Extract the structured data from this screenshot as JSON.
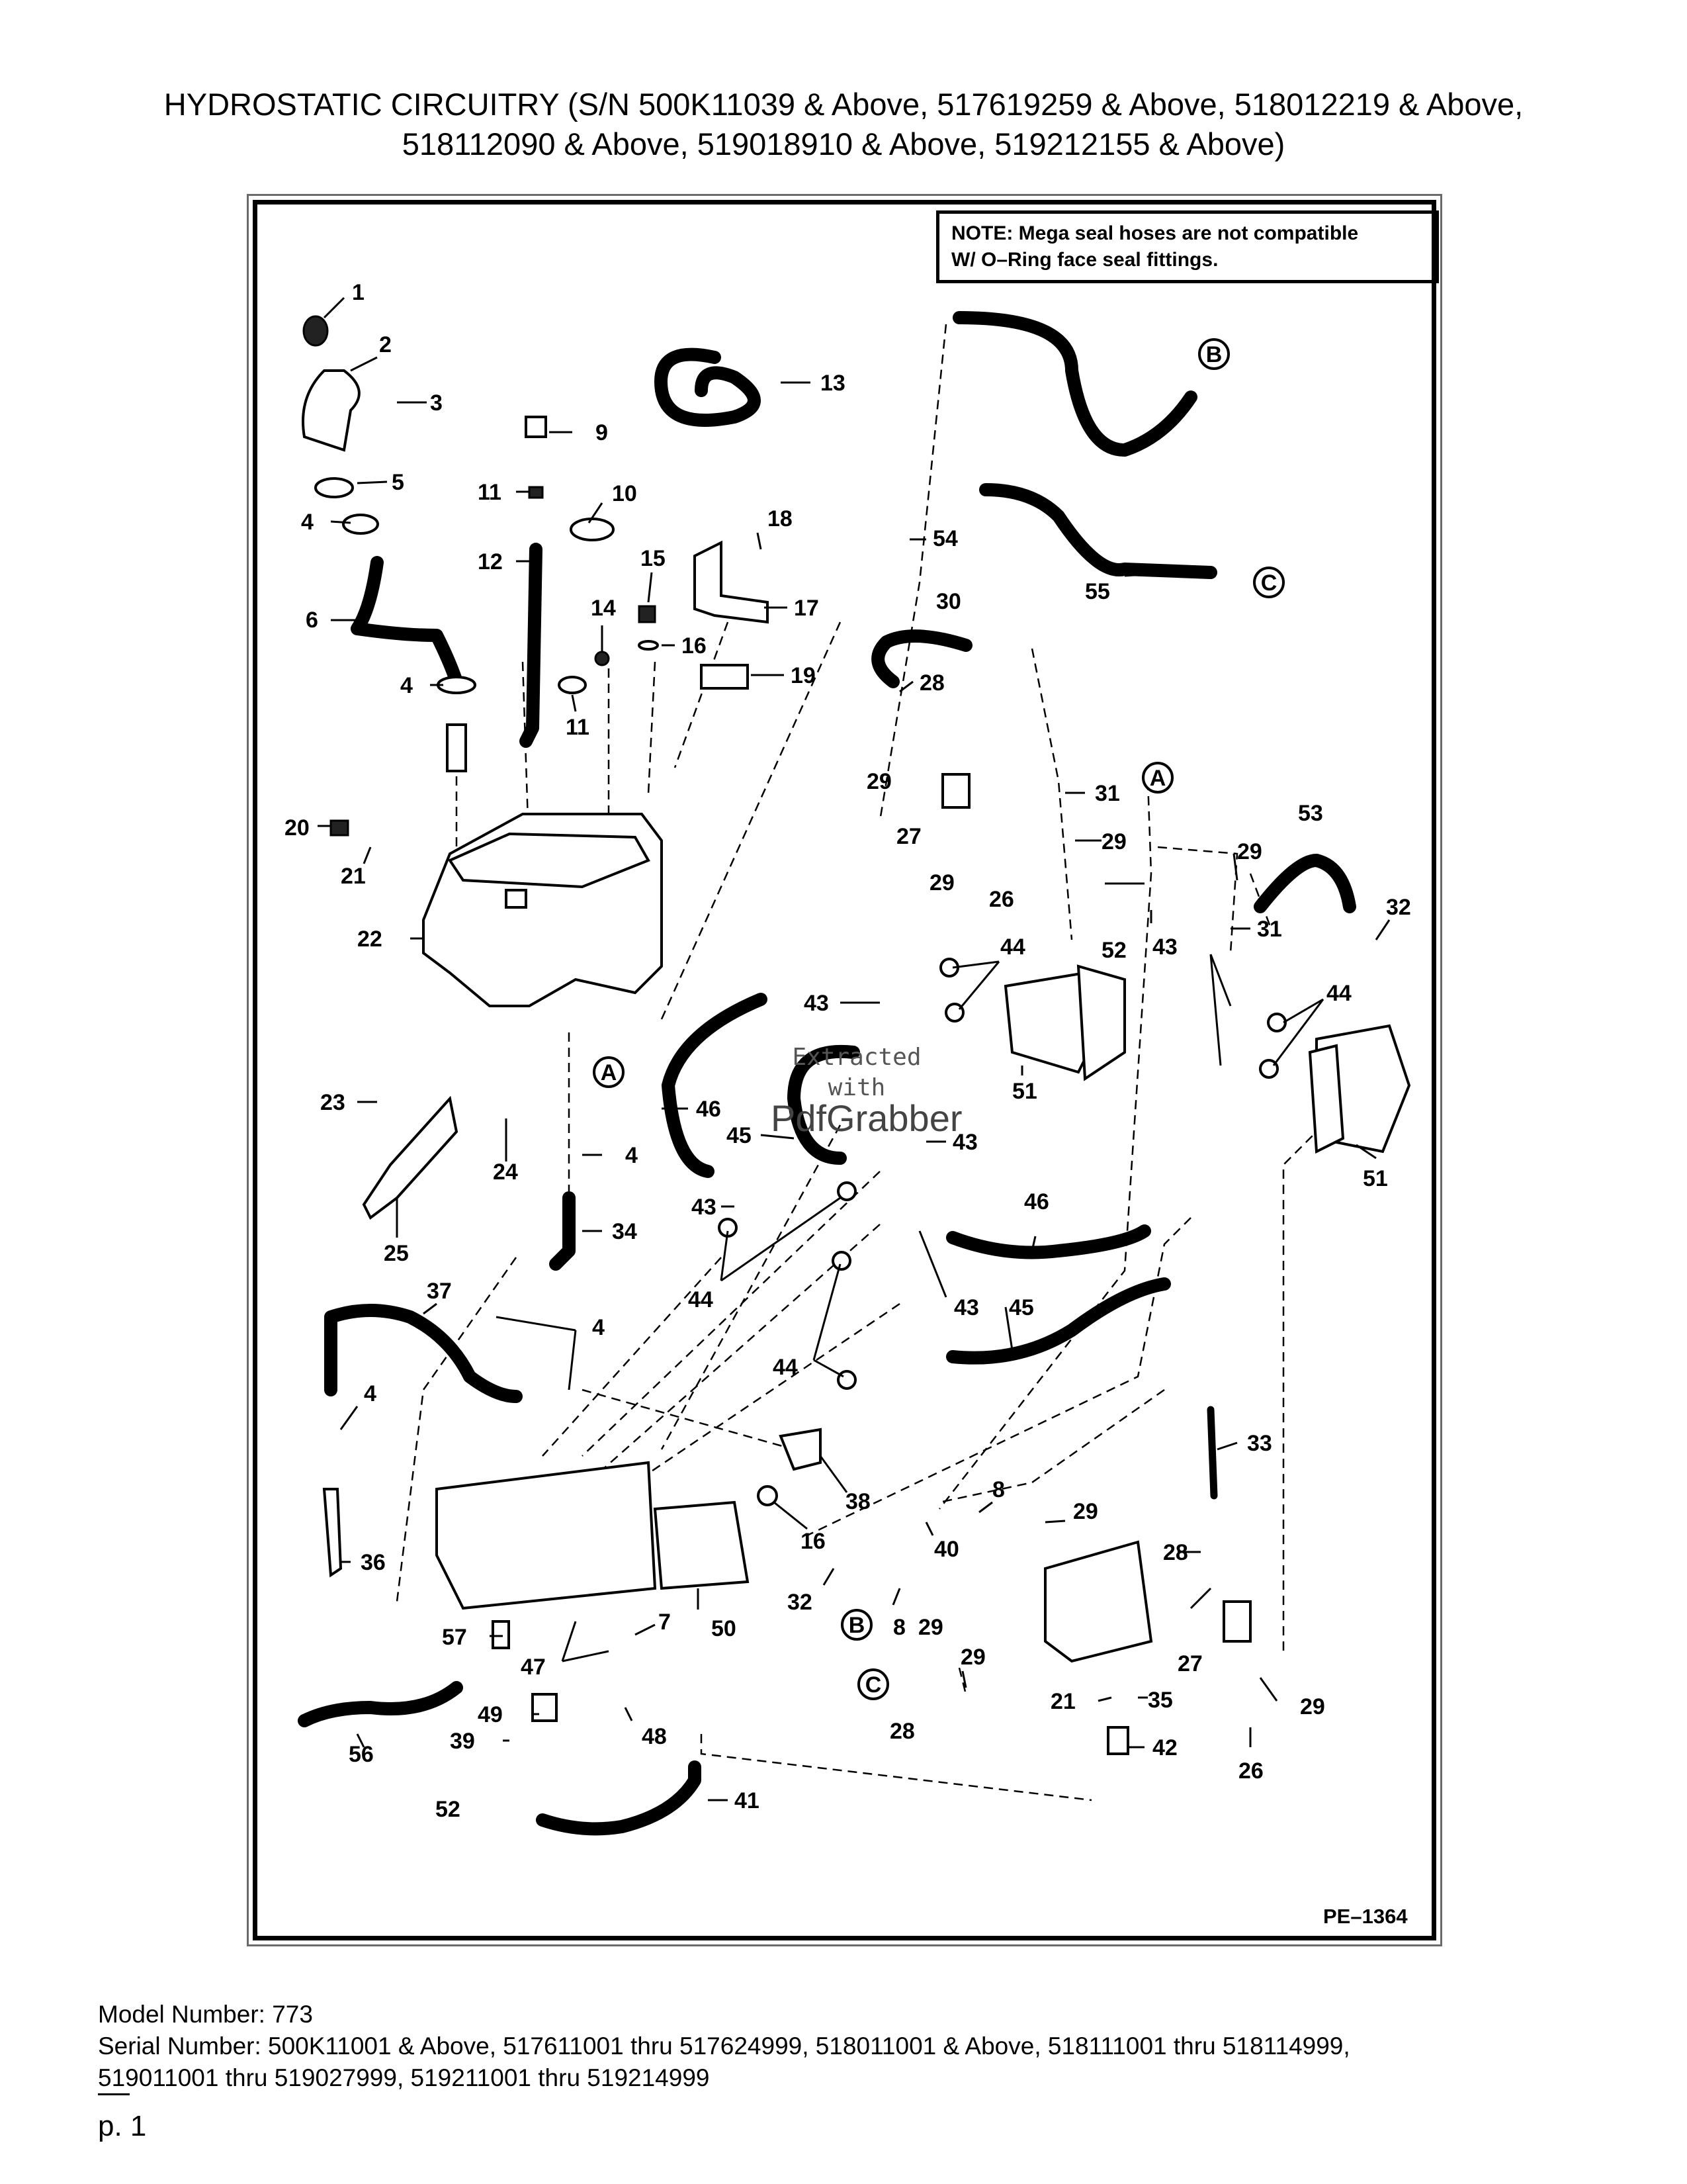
{
  "title": {
    "line1": "HYDROSTATIC CIRCUITRY (S/N 500K11039 & Above, 517619259 & Above, 518012219 & Above,",
    "line2": "518112090 & Above, 519018910 & Above, 519212155 & Above)"
  },
  "note": {
    "label": "NOTE:",
    "text": " Mega seal hoses are not compatible",
    "text2": "W/ O–Ring face seal fittings."
  },
  "figure_id": "PE–1364",
  "watermark": {
    "line1": "Extracted",
    "line2": "with",
    "line3": "PdfGrabber"
  },
  "callouts": [
    "1",
    "2",
    "3",
    "9",
    "13",
    "5",
    "4",
    "11",
    "10",
    "6",
    "12",
    "18",
    "54",
    "55",
    "17",
    "15",
    "14",
    "30",
    "16",
    "19",
    "4",
    "28",
    "11",
    "29",
    "31",
    "20",
    "21",
    "27",
    "29",
    "26",
    "29",
    "53",
    "22",
    "29",
    "52",
    "31",
    "32",
    "43",
    "44",
    "44",
    "43",
    "51",
    "23",
    "46",
    "45",
    "43",
    "24",
    "4",
    "51",
    "25",
    "34",
    "43",
    "46",
    "44",
    "37",
    "4",
    "4",
    "43",
    "45",
    "44",
    "33",
    "38",
    "8",
    "29",
    "16",
    "40",
    "28",
    "36",
    "32",
    "8",
    "29",
    "50",
    "7",
    "57",
    "29",
    "47",
    "27",
    "29",
    "49",
    "28",
    "21",
    "35",
    "56",
    "39",
    "48",
    "42",
    "26",
    "52",
    "41"
  ],
  "markers": [
    "A",
    "A",
    "B",
    "B",
    "C",
    "C"
  ],
  "footer": {
    "model": "Model Number: 773",
    "serial1": "Serial Number: 500K11001 & Above, 517611001 thru 517624999, 518011001 & Above, 518111001 thru 518114999,",
    "serial2": "519011001 thru 519027999, 519211001 thru 519214999",
    "page": "p. 1"
  },
  "colors": {
    "ink": "#000000",
    "frame_gray": "#6a6a6a"
  }
}
